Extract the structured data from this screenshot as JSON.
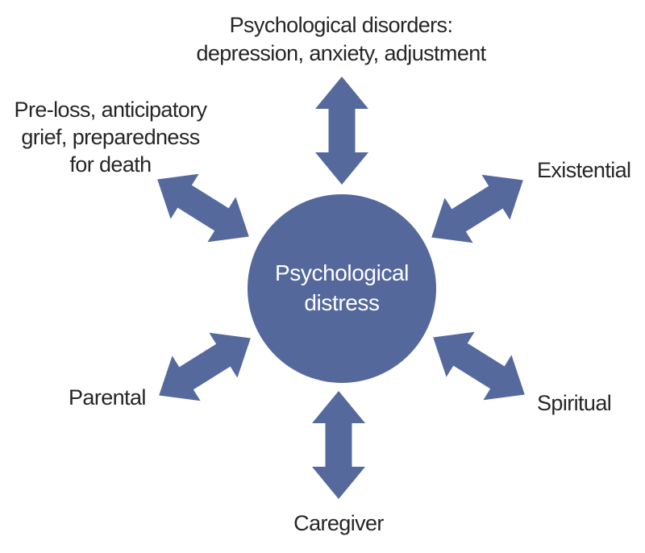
{
  "diagram": {
    "center": {
      "label": "Psychological\ndistress"
    },
    "nodes": {
      "top": "Psychological disorders:\ndepression, anxiety, adjustment",
      "upper_left": "Pre-loss, anticipatory\ngrief, preparedness\nfor death",
      "upper_right": "Existential",
      "lower_left": "Parental",
      "lower_right": "Spiritual",
      "bottom": "Caregiver"
    },
    "connectors": [
      "double-arrow-top",
      "double-arrow-upper-left",
      "double-arrow-upper-right",
      "double-arrow-lower-left",
      "double-arrow-lower-right",
      "double-arrow-bottom"
    ],
    "colors": {
      "node_fill": "#55689B",
      "arrow_fill": "#55699D",
      "label_text": "#262626",
      "center_text": "#FFFFFF",
      "background": "#FFFFFF"
    }
  }
}
